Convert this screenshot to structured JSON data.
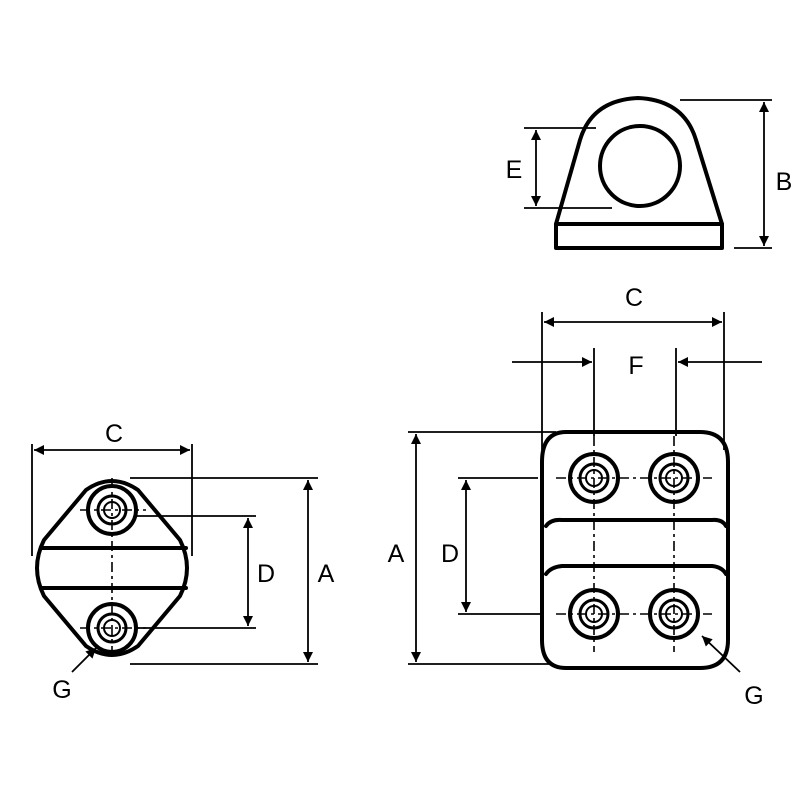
{
  "views": {
    "side": {
      "labels": {
        "e": "E",
        "b": "B"
      }
    },
    "left_plan": {
      "labels": {
        "c": "C",
        "d": "D",
        "a": "A",
        "g": "G"
      }
    },
    "right_plan": {
      "labels": {
        "c": "C",
        "f": "F",
        "a": "A",
        "d": "D",
        "g": "G"
      }
    }
  },
  "colors": {
    "line": "#000000",
    "background": "#ffffff"
  }
}
